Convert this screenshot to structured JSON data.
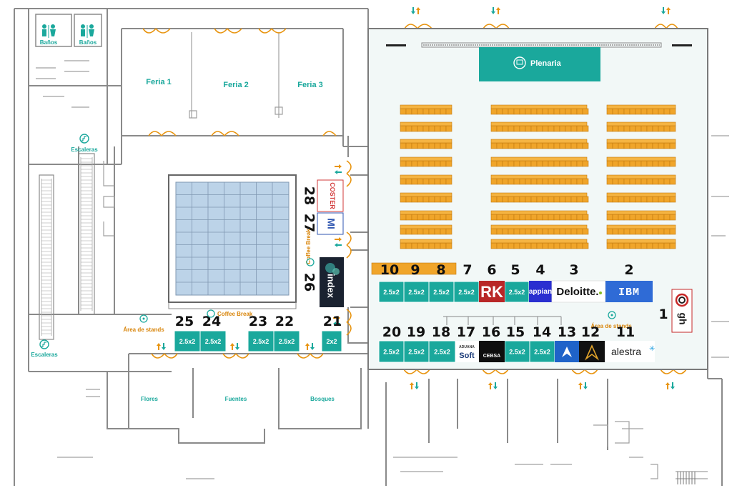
{
  "rooms": {
    "banos": "Baños",
    "feria1": "Feria 1",
    "feria2": "Feria 2",
    "feria3": "Feria 3",
    "escaleras": "Escaleras",
    "plenaria": "Plenaria",
    "flores": "Flores",
    "fuentes": "Fuentes",
    "bosques": "Bosques",
    "area_stands": "Área de stands",
    "coffee_break": "Coffee Break"
  },
  "stand_size_label": "2.5x2",
  "stand_small_label": "2x2",
  "booth_numbers": {
    "n1": "1",
    "n2": "2",
    "n3": "3",
    "n4": "4",
    "n5": "5",
    "n6": "6",
    "n7": "7",
    "n8": "8",
    "n9": "9",
    "n10": "10",
    "n11": "11",
    "n12": "12",
    "n13": "13",
    "n14": "14",
    "n15": "15",
    "n16": "16",
    "n17": "17",
    "n18": "18",
    "n19": "19",
    "n20": "20",
    "n21": "21",
    "n22": "22",
    "n23": "23",
    "n24": "24",
    "n25": "25",
    "n26": "26",
    "n27": "27",
    "n28": "28"
  },
  "sponsors": {
    "deloitte": "Deloitte.",
    "ibm": "IBM",
    "appian": "appian",
    "rk": "RK",
    "alestra": "alestra",
    "cebsa": "CEBSA",
    "aduana": "ADUANA",
    "soft": "Soft",
    "index": "index",
    "mi": "MI",
    "coster": "COSTER",
    "gh": "gh"
  },
  "colors": {
    "teal": "#1aa89c",
    "orange": "#e8940f",
    "plenaria_bg": "#f2f8f7"
  }
}
